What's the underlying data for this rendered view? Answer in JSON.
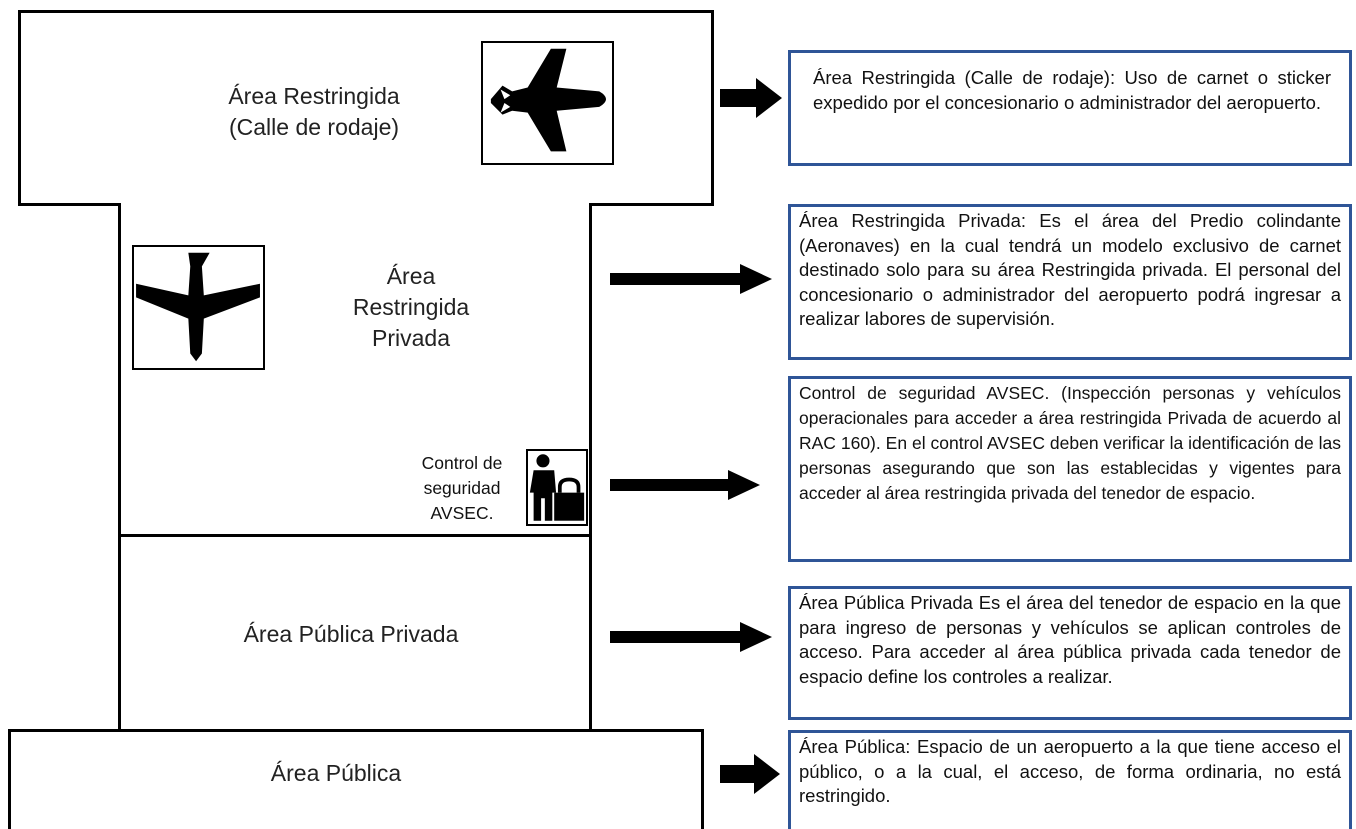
{
  "zones": {
    "taxiway": {
      "label_line1": "Área Restringida",
      "label_line2": "(Calle de rodaje)",
      "icon": "airplane-side-icon"
    },
    "private_restricted": {
      "label_line1": "Área",
      "label_line2": "Restringida",
      "label_line3": "Privada",
      "icon": "airplane-top-icon"
    },
    "security_control": {
      "label_line1": "Control de",
      "label_line2": "seguridad",
      "label_line3": "AVSEC.",
      "icon": "security-guard-lock-icon"
    },
    "public_private": {
      "label": "Área Pública Privada"
    },
    "public": {
      "label": "Área Pública"
    }
  },
  "descriptions": {
    "taxiway": "Área Restringida (Calle de rodaje): Uso de carnet o sticker expedido por el concesionario o administrador del aeropuerto.",
    "private_restricted": "Área Restringida Privada: Es el área del Predio colindante (Aeronaves) en la cual tendrá un modelo exclusivo de carnet destinado solo para su área Restringida privada.  El personal del concesionario o administrador del aeropuerto podrá ingresar a realizar labores de supervisión.",
    "security_control": "Control de seguridad  AVSEC. (Inspección personas y vehículos operacionales para acceder a área restringida Privada de acuerdo al RAC 160). En el control AVSEC deben verificar la identificación de las personas asegurando que son las establecidas y vigentes para acceder al área restringida privada del tenedor de espacio.",
    "public_private": "Área Pública Privada Es el área del tenedor de  espacio en la que para ingreso de personas y vehículos se aplican controles de acceso. Para acceder al área pública privada cada tenedor de espacio define los controles a realizar.",
    "public": "Área Pública: Espacio de un aeropuerto a la que tiene acceso el público, o a la cual, el acceso, de forma ordinaria, no está restringido."
  },
  "colors": {
    "zone_border": "#000000",
    "description_border": "#2f5597",
    "arrow": "#000000"
  }
}
